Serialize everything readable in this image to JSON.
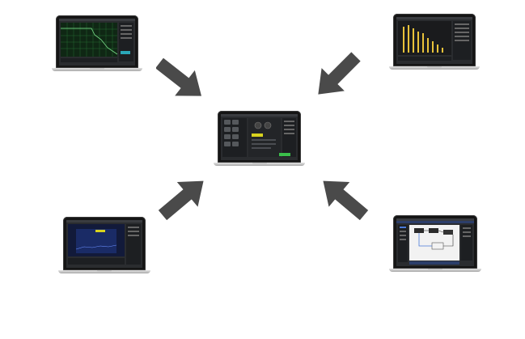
{
  "laptops": {
    "center": {
      "name": "center-laptop",
      "app": "software-dashboard"
    },
    "top_left": {
      "name": "top-left-laptop",
      "app": "green-grid-analyzer"
    },
    "top_right": {
      "name": "top-right-laptop",
      "app": "yellow-bar-spectrum"
    },
    "bottom_left": {
      "name": "bottom-left-laptop",
      "app": "blue-waveform-view"
    },
    "bottom_right": {
      "name": "bottom-right-laptop",
      "app": "block-diagram-editor"
    }
  },
  "arrows": [
    {
      "name": "arrow-top-left",
      "direction": "down-right",
      "color": "#4a4a4a"
    },
    {
      "name": "arrow-top-right",
      "direction": "down-left",
      "color": "#4a4a4a"
    },
    {
      "name": "arrow-bottom-left",
      "direction": "up-right",
      "color": "#4a4a4a"
    },
    {
      "name": "arrow-bottom-right",
      "direction": "up-left",
      "color": "#4a4a4a"
    }
  ],
  "colors": {
    "screen_bg": "#2a2c2f",
    "green_grid": "#1f5a2a",
    "yellow_bars": "#e8c23a",
    "blue_plot": "#1a2b66",
    "highlight_yellow": "#d8d21e",
    "teal_status": "#2aa7b8"
  },
  "caption": {
    "line1": "",
    "line2": ""
  }
}
